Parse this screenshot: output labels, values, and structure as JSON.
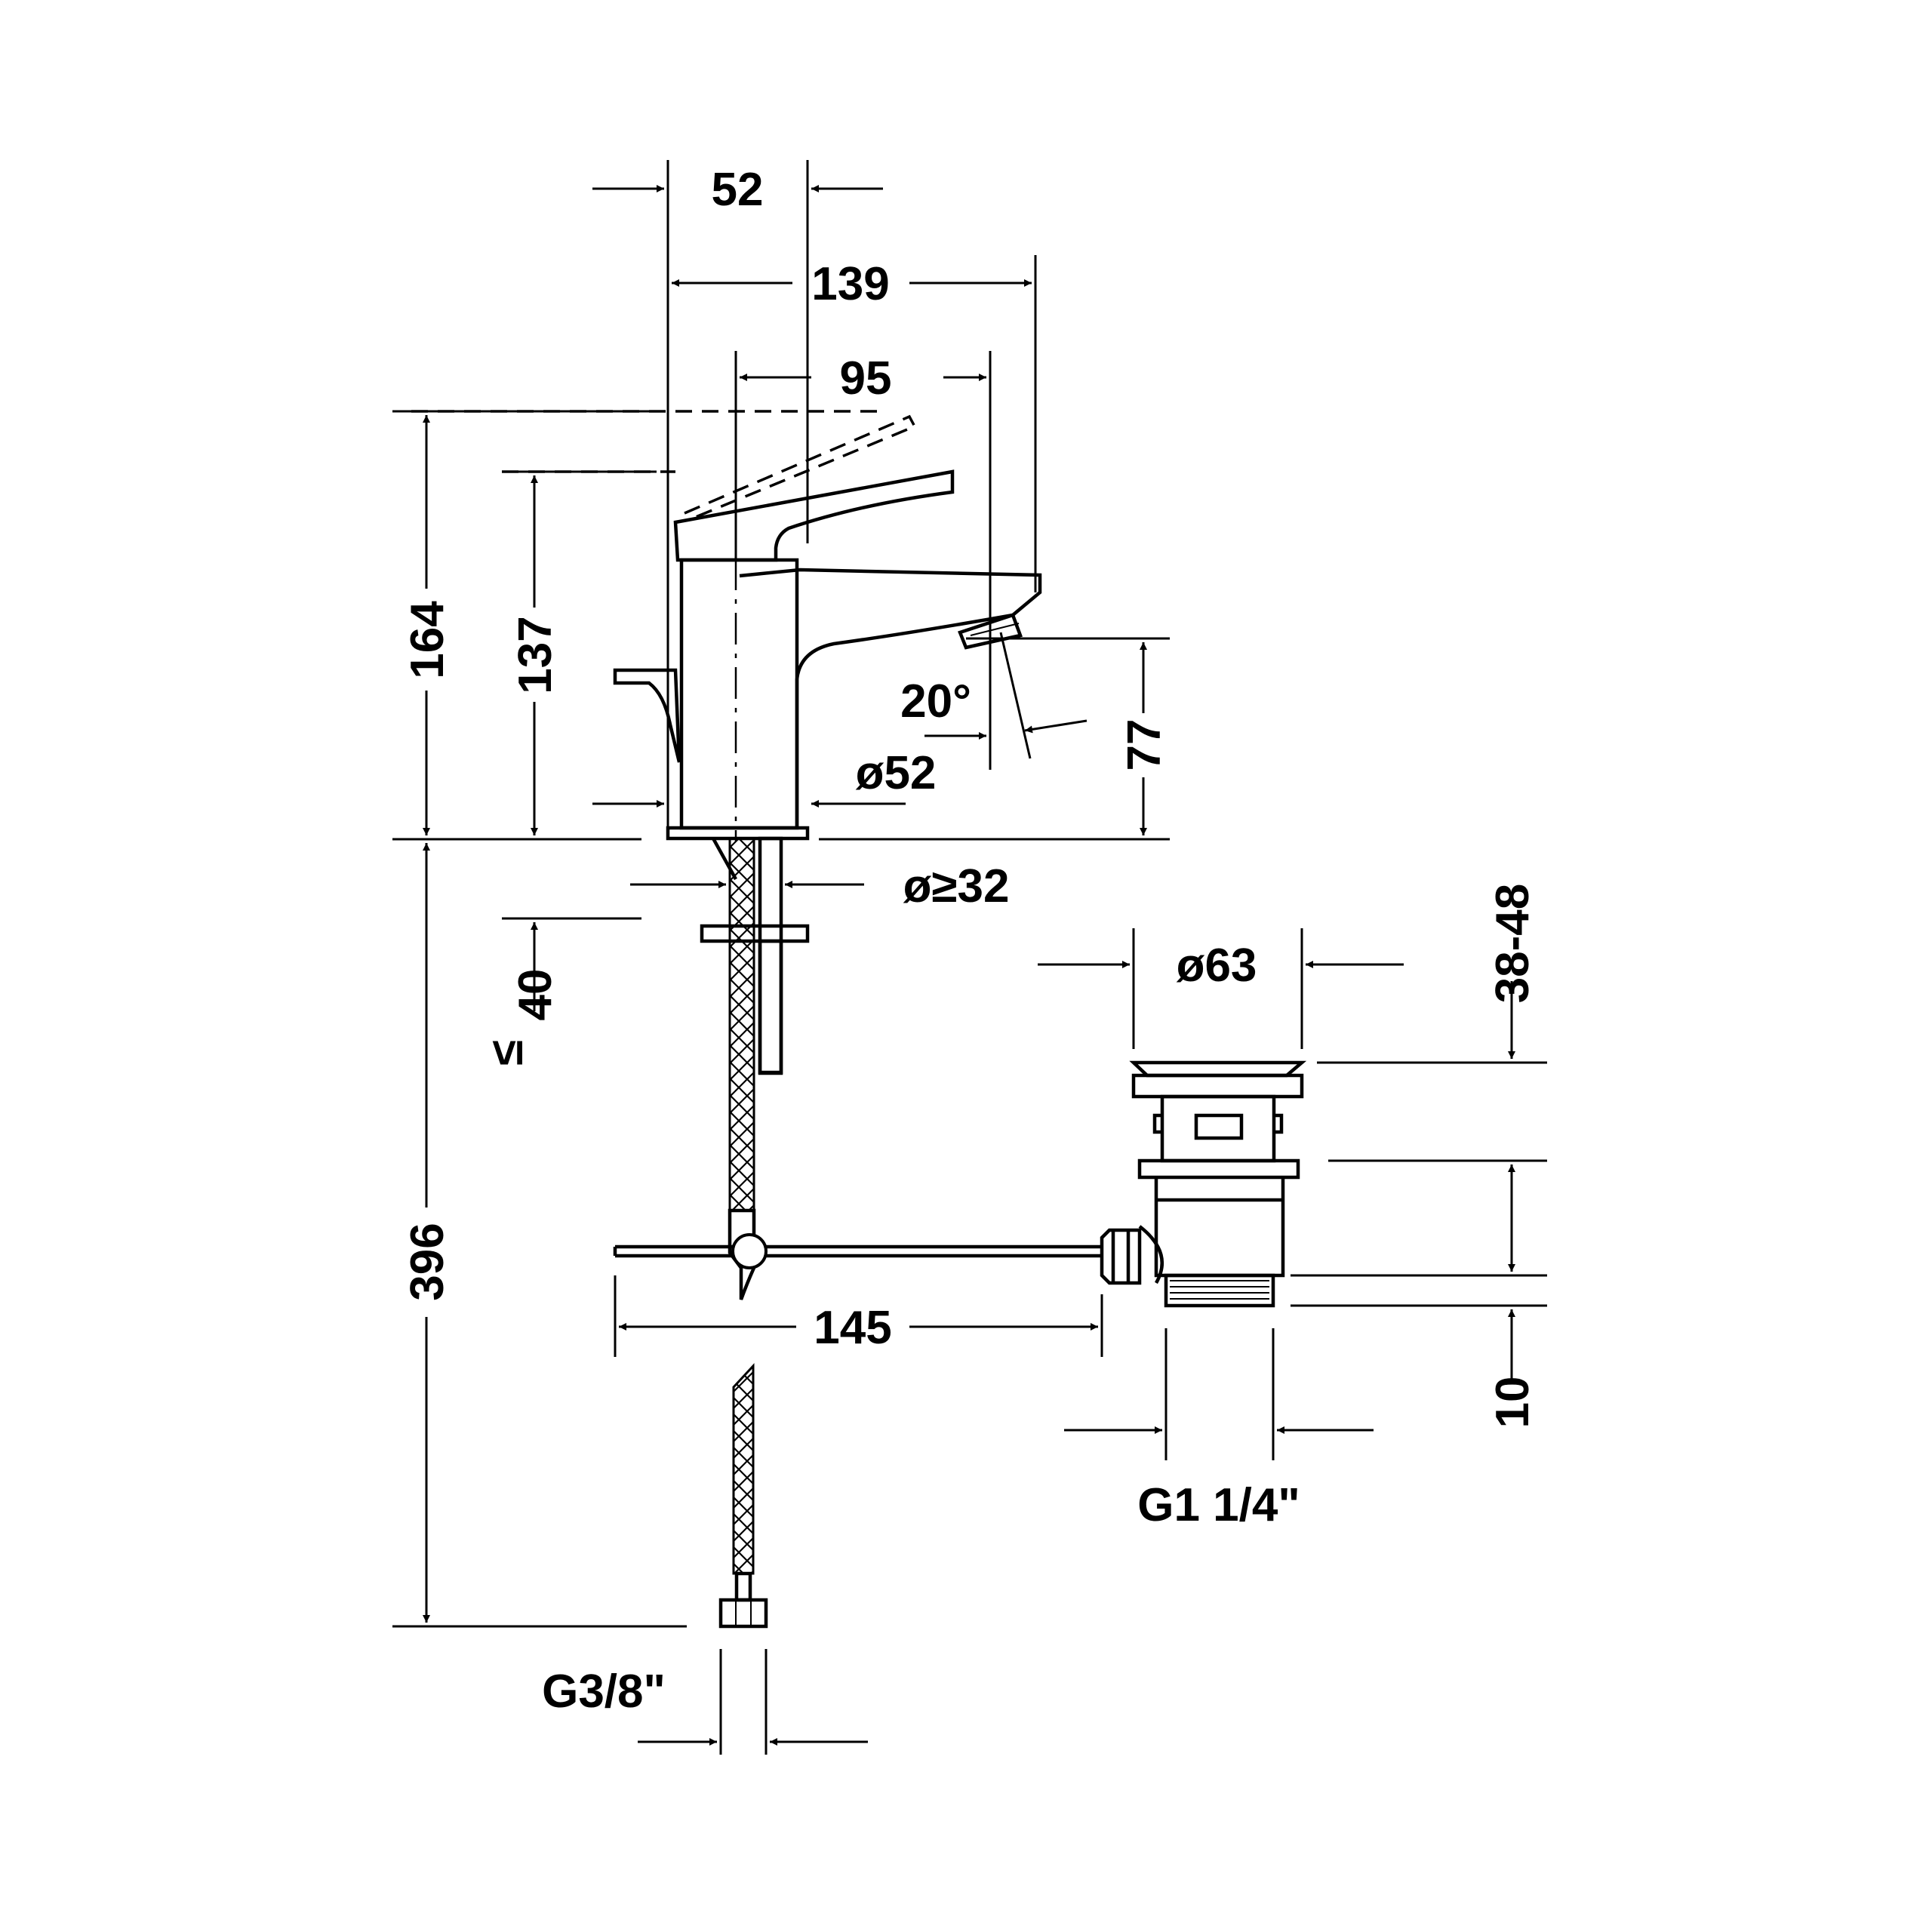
{
  "dimensions": {
    "body_width": "52",
    "total_projection": "139",
    "spout_projection": "95",
    "overall_height": "164",
    "height_to_lever": "137",
    "spout_height": "77",
    "spout_angle": "20°",
    "body_diameter": "ø52",
    "hole_diameter": "ø≥32",
    "max_deck_thickness_prefix": "≤",
    "max_deck_thickness": "40",
    "hose_length": "396",
    "pullrod_length": "145",
    "waste_diameter": "ø63",
    "waste_thread": "G1 1/4\"",
    "waste_clamp_range": "38-48",
    "waste_thread_length": "10",
    "supply_thread": "G3/8\""
  }
}
